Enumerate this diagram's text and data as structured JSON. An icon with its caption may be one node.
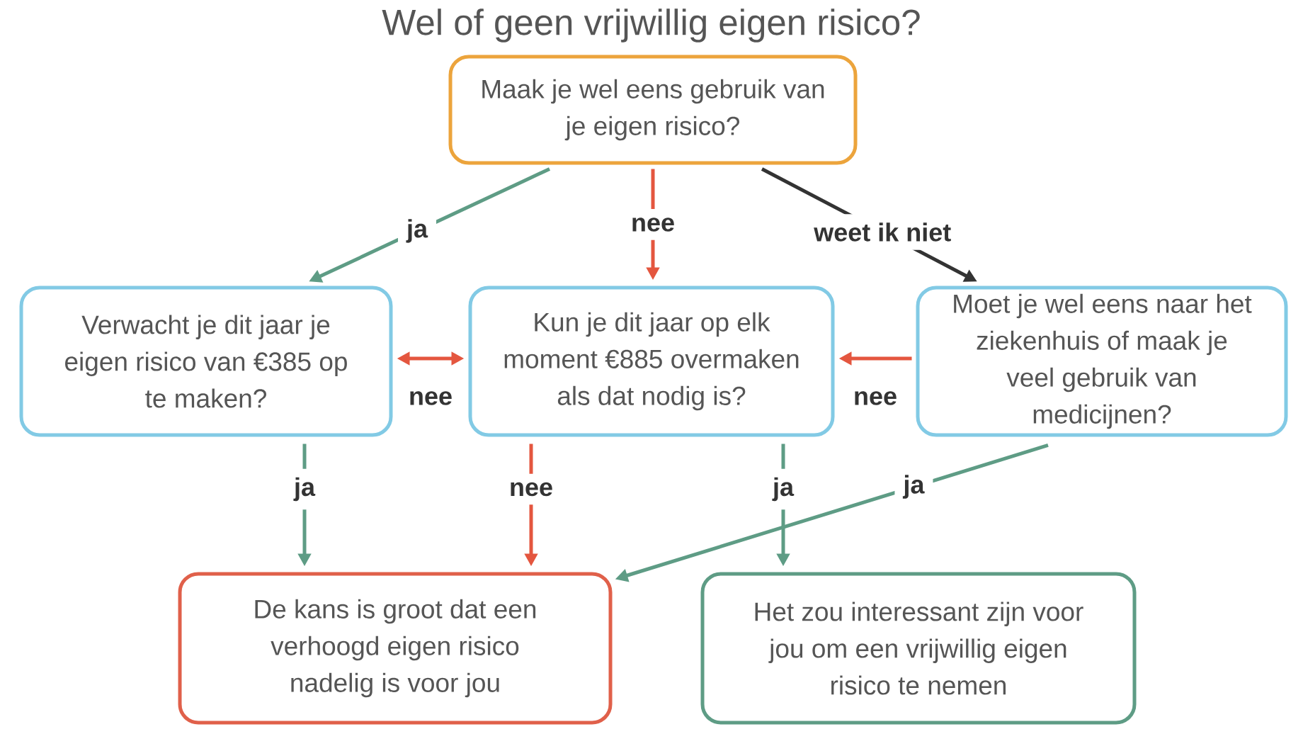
{
  "diagram": {
    "title": "Wel of geen vrijwillig eigen risico?",
    "nodes": [
      {
        "text": [
          "Maak je wel eens gebruik van je eigen risico?"
        ]
      },
      {
        "text": [
          "Verwacht je dit jaar je eigen risico van €385 op te maken?"
        ]
      },
      {
        "text": [
          "Kun je dit jaar op elk moment €885 overmaken als dat nodig is?"
        ]
      },
      {
        "text": [
          "Moet je wel eens naar het ziekenhuis of maak je veel gebruik van medicijnen?"
        ]
      },
      {
        "text": [
          "De kans is groot dat een verhoogd eigen risico nadelig is voor jou"
        ]
      },
      {
        "text": [
          "Het zou interessant zijn voor jou om een vrijwillig eigen risico te nemen"
        ]
      }
    ],
    "edges": [
      {
        "from": 0,
        "to": 1,
        "arrow": "to",
        "label": "ja",
        "color": "#5e9c85"
      },
      {
        "from": 0,
        "to": 2,
        "arrow": "to",
        "label": "nee",
        "color": "#e4563f"
      },
      {
        "from": 0,
        "to": 3,
        "arrow": "to",
        "label": "weet ik niet",
        "color": "#333333"
      },
      {
        "from": 1,
        "to": 2,
        "arrow": "both",
        "label": "nee",
        "color": "#e4563f"
      },
      {
        "from": 3,
        "to": 2,
        "arrow": "to",
        "label": "nee",
        "color": "#e4563f"
      },
      {
        "from": 1,
        "to": 4,
        "arrow": "to",
        "label": "ja",
        "color": "#5e9c85"
      },
      {
        "from": 2,
        "to": 4,
        "arrow": "to",
        "label": "nee",
        "color": "#e4563f"
      },
      {
        "from": 2,
        "to": 5,
        "arrow": "to",
        "label": "ja",
        "color": "#5e9c85"
      },
      {
        "from": 3,
        "to": 4,
        "arrow": "to",
        "label": "ja",
        "color": "#5e9c85"
      }
    ]
  }
}
